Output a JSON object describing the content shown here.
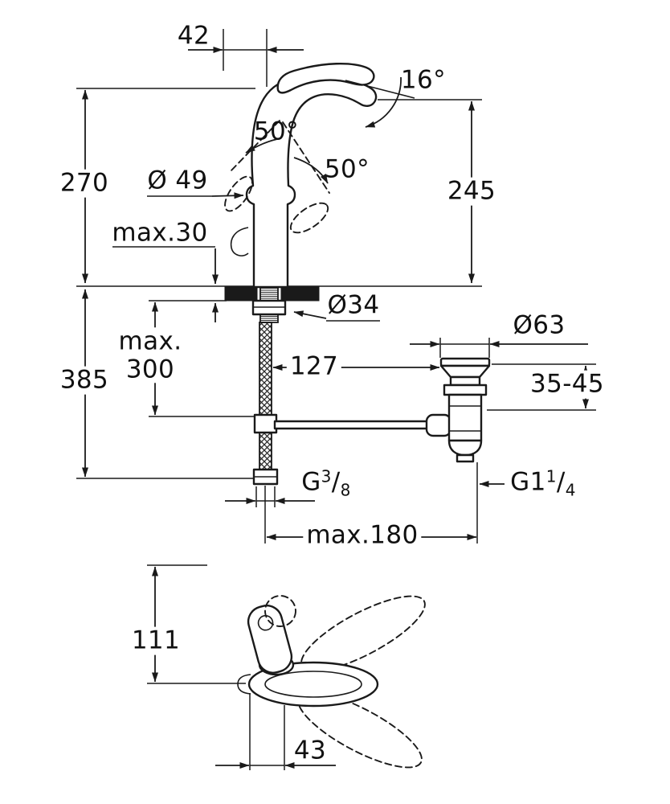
{
  "drawing": {
    "type": "technical-dimension-drawing",
    "description": "Single-lever basin mixer with pop-up waste, side view, installation view and top view",
    "colors": {
      "line": "#1a1a1a",
      "background": "#ffffff"
    },
    "dimensions": {
      "spout_offset": "42",
      "lever_angle": "16°",
      "swing_left": "50°",
      "swing_right": "50°",
      "base_diameter": "Ø 49",
      "height_body": "270",
      "height_spout": "245",
      "deck_max": "max.30",
      "hole_diameter": "Ø34",
      "hose_line1": "max.",
      "hose_line2": "300",
      "depth_total": "385",
      "drain_offset": "127",
      "waste_diameter": "Ø63",
      "waste_range": "35-45",
      "reach_max": "max.180",
      "depth_top": "111",
      "offset_top": "43"
    },
    "threads": {
      "supply": {
        "prefix": "G",
        "numerator": "3",
        "slash": "/",
        "denominator": "8"
      },
      "waste": {
        "prefix": "G1",
        "numerator": "1",
        "slash": "/",
        "denominator": "4"
      }
    }
  }
}
